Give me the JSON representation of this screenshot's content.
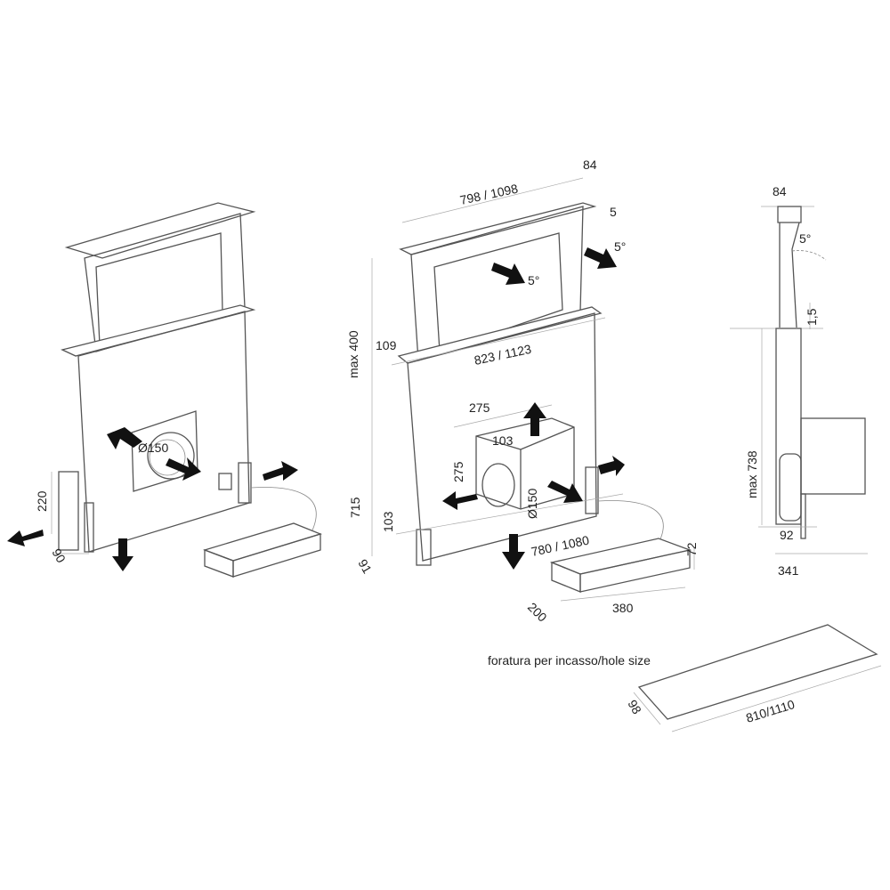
{
  "left_view": {
    "duct": "Ø150",
    "height": "220",
    "depth": "90"
  },
  "center_view": {
    "top_width": "798 / 1098",
    "top_depth": "84",
    "top_offset": "5",
    "tilt_front": "5°",
    "tilt_side": "5°",
    "max_height": "max  400",
    "side_depth": "109",
    "frame_width": "823 / 1123",
    "box_width": "275",
    "box_depth": "103",
    "box_height": "275",
    "duct": "Ø150",
    "total_height": "715",
    "base_height": "103",
    "base_depth": "91",
    "base_width": "780 / 1080",
    "motor_height": "72",
    "motor_depth": "200",
    "motor_width": "380"
  },
  "side_view": {
    "top_depth": "84",
    "tilt": "5°",
    "gap": "1,5",
    "max_height": "max 738",
    "body_depth": "92",
    "total_depth": "341"
  },
  "hole": {
    "caption": "foratura per incasso/hole size",
    "depth": "98",
    "width": "810/1110"
  }
}
